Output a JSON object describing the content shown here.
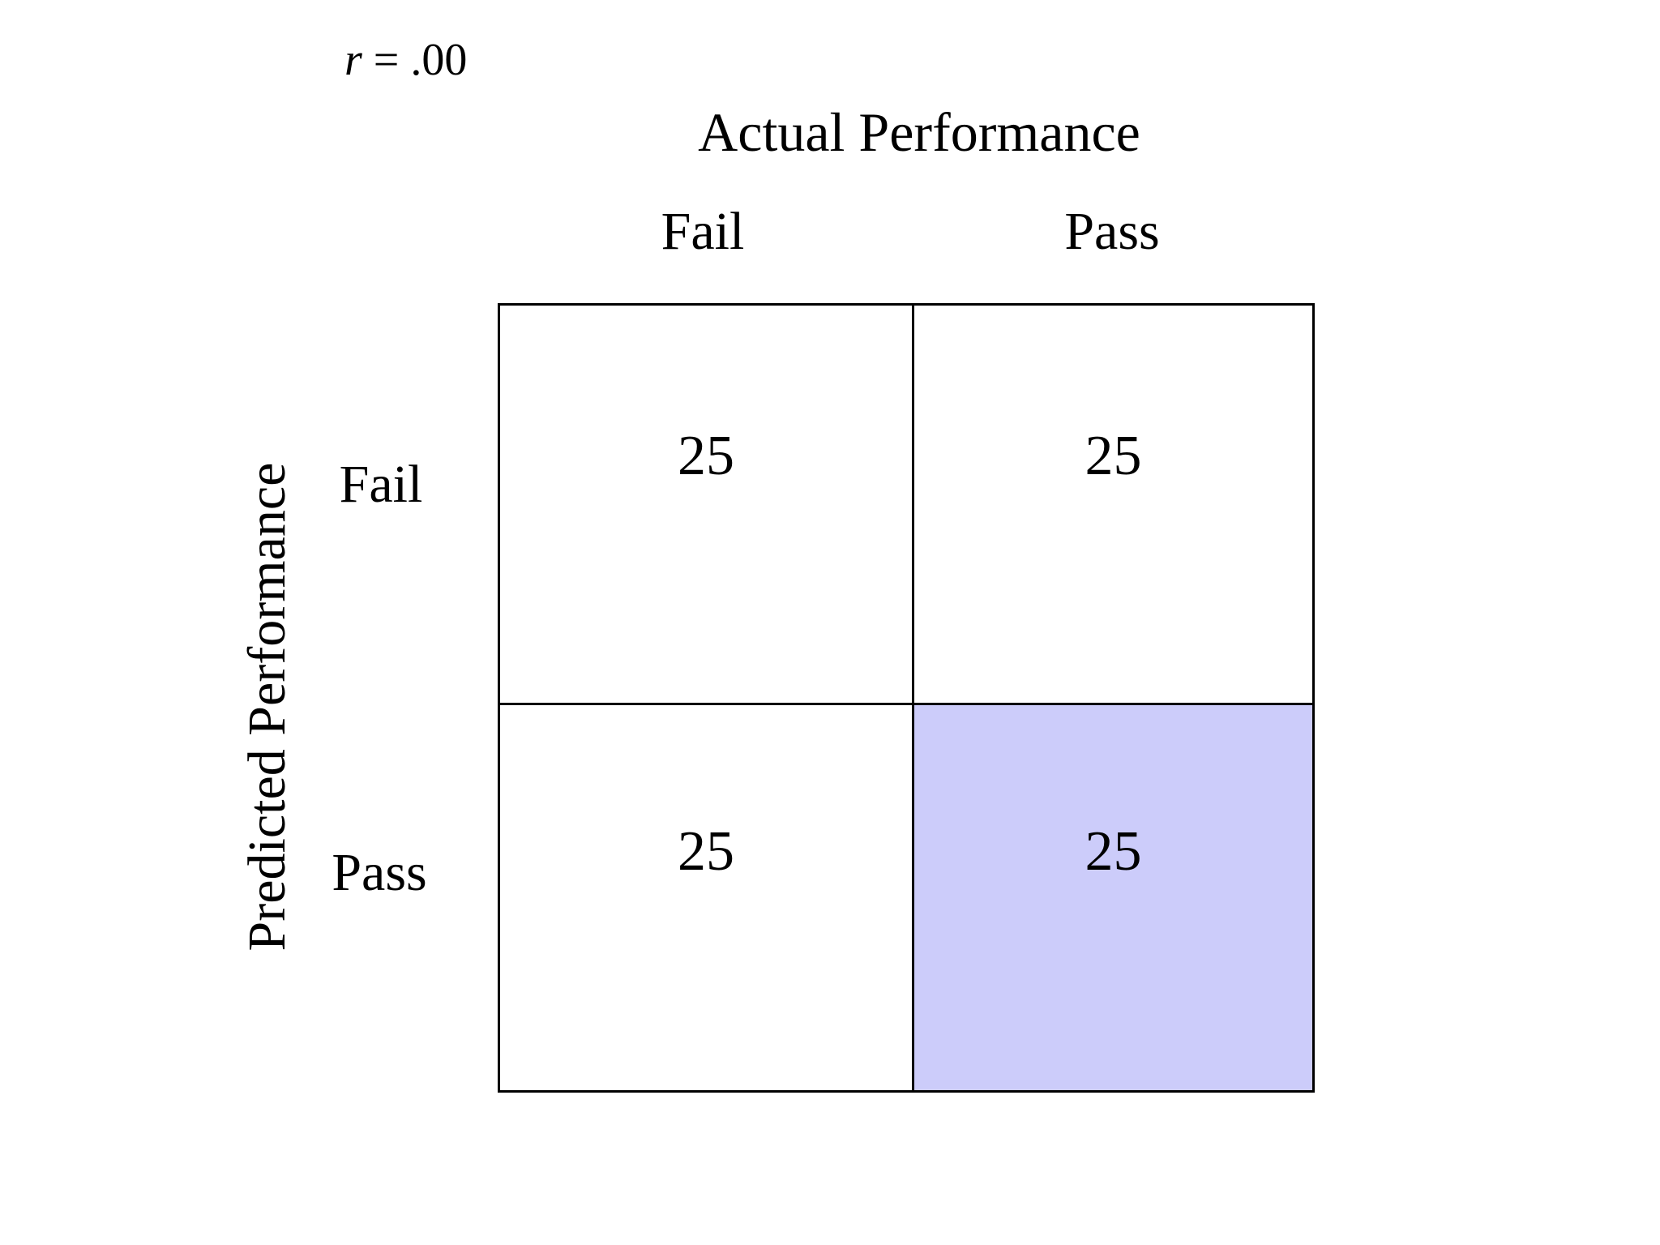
{
  "stat": {
    "symbol": "r",
    "equals": "=",
    "value": ".00"
  },
  "matrix": {
    "col_axis_title": "Actual Performance",
    "row_axis_title": "Predicted Performance",
    "col_headers": [
      "Fail",
      "Pass"
    ],
    "row_headers": [
      "Fail",
      "Pass"
    ],
    "cells": [
      [
        "25",
        "25"
      ],
      [
        "25",
        "25"
      ]
    ],
    "highlight_color": "#ccccfa",
    "highlighted_cell": {
      "row": "Pass",
      "col": "Pass"
    },
    "line_color": "#000000",
    "text_color": "#000000"
  },
  "chart_data": {
    "type": "table",
    "title": "Actual Performance",
    "annotation": "r = .00",
    "xlabel": "Actual Performance",
    "ylabel": "Predicted Performance",
    "columns": [
      "Fail",
      "Pass"
    ],
    "rows": [
      "Fail",
      "Pass"
    ],
    "values": [
      [
        25,
        25
      ],
      [
        25,
        25
      ]
    ],
    "highlighted_cell": {
      "row": "Pass",
      "col": "Pass",
      "color": "#ccccfa"
    },
    "grid": true,
    "legend": false
  }
}
